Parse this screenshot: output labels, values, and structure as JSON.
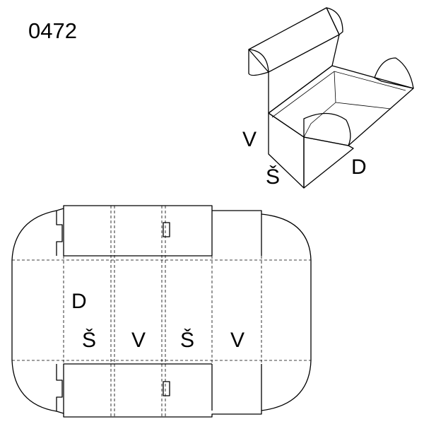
{
  "model_number": "0472",
  "box_labels": {
    "v": "V",
    "s": "Š",
    "d": "D"
  },
  "blank_labels": {
    "d": "D",
    "s1": "Š",
    "v1": "V",
    "s2": "Š",
    "v2": "V"
  },
  "colors": {
    "line": "#000000",
    "background": "#ffffff"
  }
}
